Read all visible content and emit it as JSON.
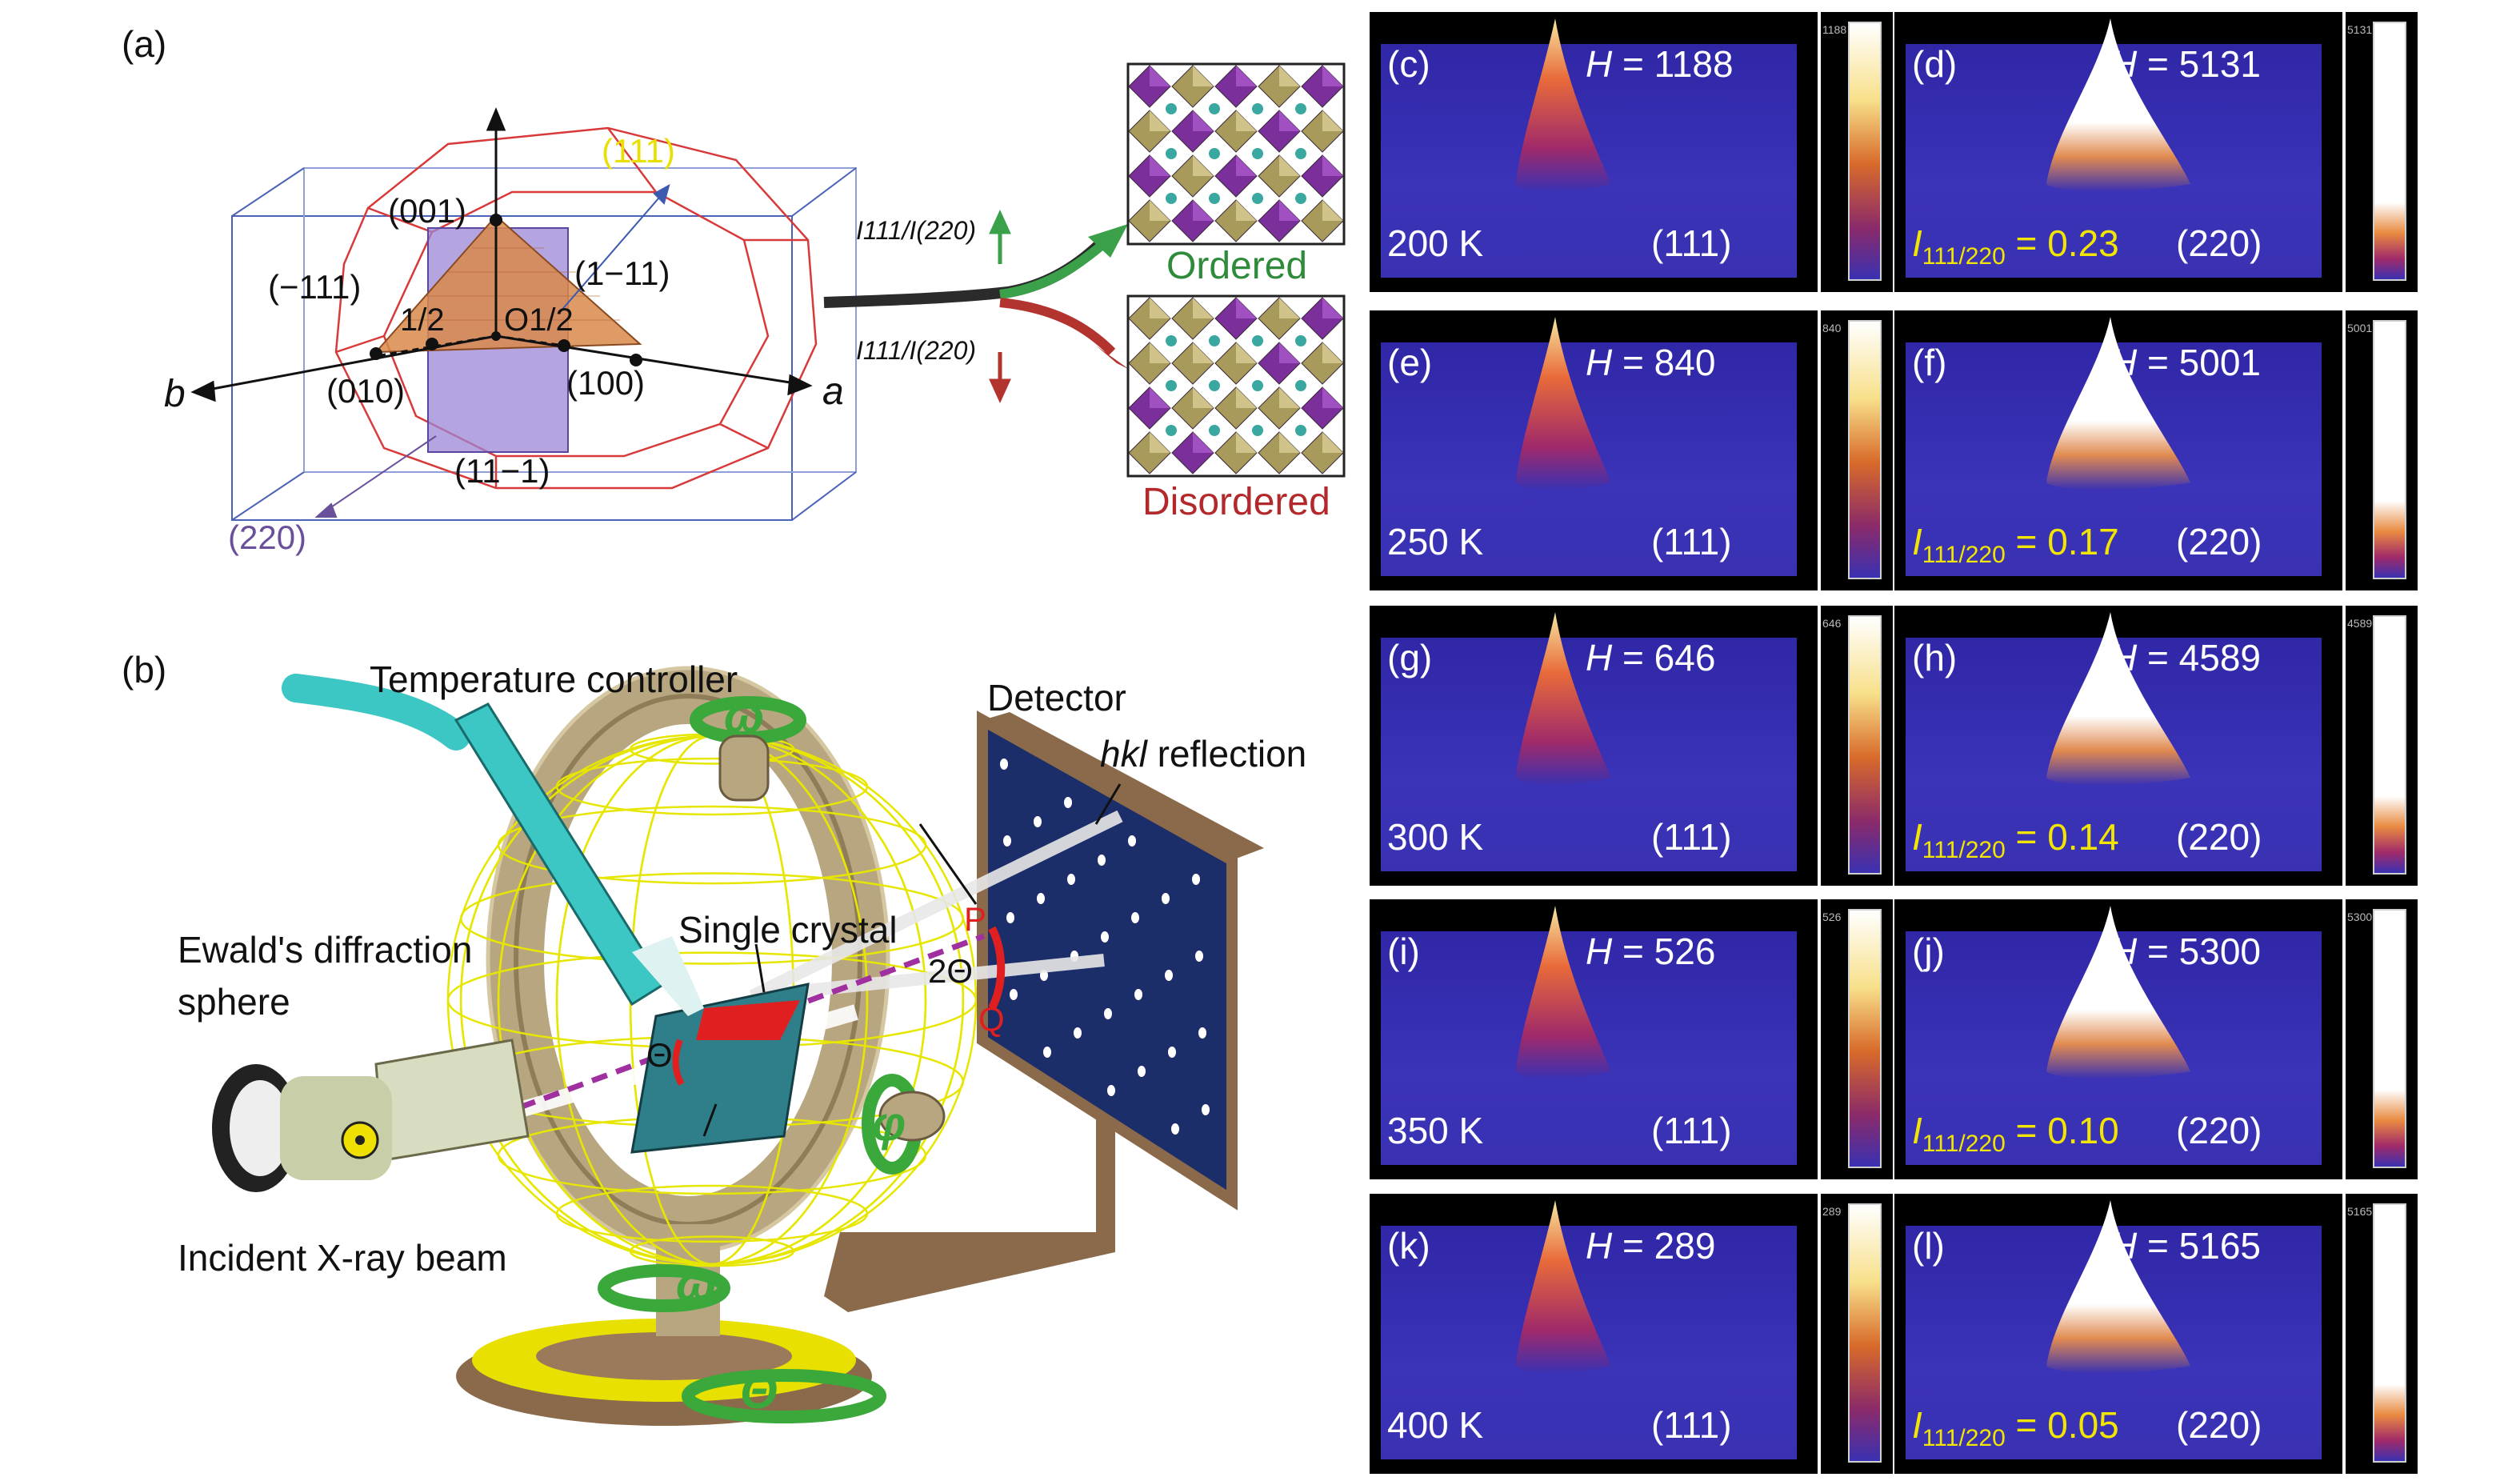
{
  "panel_a": {
    "letter": "(a)",
    "axis_a": "a",
    "axis_b": "b",
    "planes": {
      "p001": "(001)",
      "p111": "(111)",
      "m111": "(−111)",
      "p1m11": "(1−11)",
      "p010": "(010)",
      "p100": "(100)",
      "p11m1": "(11−1)",
      "p220": "(220)",
      "half_left": "1/2",
      "half_right": "O1/2"
    },
    "ratio_up": "I111/I(220)",
    "ratio_down": "I111/I(220)",
    "ordered": "Ordered",
    "disordered": "Disordered"
  },
  "panel_b": {
    "letter": "(b)",
    "temperature_controller": "Temperature controller",
    "detector": "Detector",
    "hkl": "hkl",
    "hkl_rest": " reflection",
    "ewald_line1": "Ewald's diffraction",
    "ewald_line2": "sphere",
    "single_crystal": "Single crystal",
    "incident": "Incident X-ray beam",
    "theta": "Θ",
    "two_theta": "2Θ",
    "omega": "ω",
    "phi": "φ",
    "P": "P",
    "Q": "Q"
  },
  "maps": [
    {
      "letter": "(c)",
      "h": "H = 1188",
      "temp": "200 K",
      "hkl": "(111)",
      "ratio": "",
      "cbar_max": "1188",
      "kind": "111"
    },
    {
      "letter": "(d)",
      "h": "H = 5131",
      "temp": "",
      "hkl": "(220)",
      "ratio": "I111/220 = 0.23",
      "cbar_max": "5131",
      "kind": "220"
    },
    {
      "letter": "(e)",
      "h": "H = 840",
      "temp": "250 K",
      "hkl": "(111)",
      "ratio": "",
      "cbar_max": "840",
      "kind": "111"
    },
    {
      "letter": "(f)",
      "h": "H = 5001",
      "temp": "",
      "hkl": "(220)",
      "ratio": "I111/220 = 0.17",
      "cbar_max": "5001",
      "kind": "220"
    },
    {
      "letter": "(g)",
      "h": "H = 646",
      "temp": "300 K",
      "hkl": "(111)",
      "ratio": "",
      "cbar_max": "646",
      "kind": "111"
    },
    {
      "letter": "(h)",
      "h": "H = 4589",
      "temp": "",
      "hkl": "(220)",
      "ratio": "I111/220 = 0.14",
      "cbar_max": "4589",
      "kind": "220"
    },
    {
      "letter": "(i)",
      "h": "H = 526",
      "temp": "350 K",
      "hkl": "(111)",
      "ratio": "",
      "cbar_max": "526",
      "kind": "111"
    },
    {
      "letter": "(j)",
      "h": "H = 5300",
      "temp": "",
      "hkl": "(220)",
      "ratio": "I111/220 = 0.10",
      "cbar_max": "5300",
      "kind": "220"
    },
    {
      "letter": "(k)",
      "h": "H = 289",
      "temp": "400 K",
      "hkl": "(111)",
      "ratio": "",
      "cbar_max": "289",
      "kind": "111"
    },
    {
      "letter": "(l)",
      "h": "H = 5165",
      "temp": "",
      "hkl": "(220)",
      "ratio": "I111/220 = 0.05",
      "cbar_max": "5165",
      "kind": "220"
    }
  ],
  "colors": {
    "ordered": "#2e8b3a",
    "disordered": "#b2282b",
    "plane111": "#e8e000",
    "plane220": "#6a4f9a",
    "map_bg": "#3a31b2",
    "ewald": "#e6e600",
    "hose": "#3cc6c4"
  }
}
